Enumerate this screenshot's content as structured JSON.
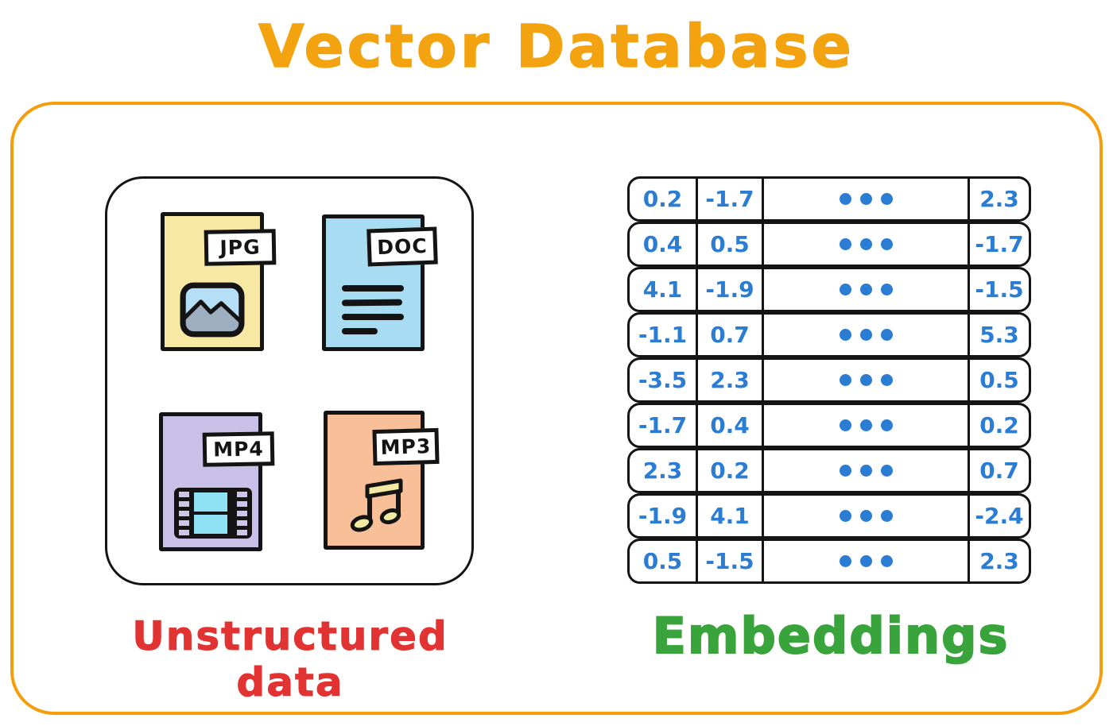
{
  "title": "Vector Database",
  "colors": {
    "title_orange": "#F2A30F",
    "outer_border_orange": "#F49D0D",
    "unstructured_red": "#E23333",
    "embeddings_green": "#3AA43C",
    "number_blue": "#2B7CD3",
    "stroke_black": "#141414",
    "jpg_yellow": "#F7E8A3",
    "doc_blue": "#A8DCF2",
    "mp4_purple": "#C9C0E8",
    "mp3_peach": "#F8BF98"
  },
  "unstructured": {
    "caption": "Unstructured data",
    "files": [
      {
        "label": "JPG",
        "icon": "image-icon"
      },
      {
        "label": "DOC",
        "icon": "doc-text-icon"
      },
      {
        "label": "MP4",
        "icon": "film-strip-icon"
      },
      {
        "label": "MP3",
        "icon": "music-note-icon"
      }
    ]
  },
  "embeddings": {
    "caption": "Embeddings",
    "ellipsis": "•••",
    "rows": [
      [
        "0.2",
        "-1.7",
        "2.3"
      ],
      [
        "0.4",
        "0.5",
        "-1.7"
      ],
      [
        "4.1",
        "-1.9",
        "-1.5"
      ],
      [
        "-1.1",
        "0.7",
        "5.3"
      ],
      [
        "-3.5",
        "2.3",
        "0.5"
      ],
      [
        "-1.7",
        "0.4",
        "0.2"
      ],
      [
        "2.3",
        "0.2",
        "0.7"
      ],
      [
        "-1.9",
        "4.1",
        "-2.4"
      ],
      [
        "0.5",
        "-1.5",
        "2.3"
      ]
    ]
  }
}
